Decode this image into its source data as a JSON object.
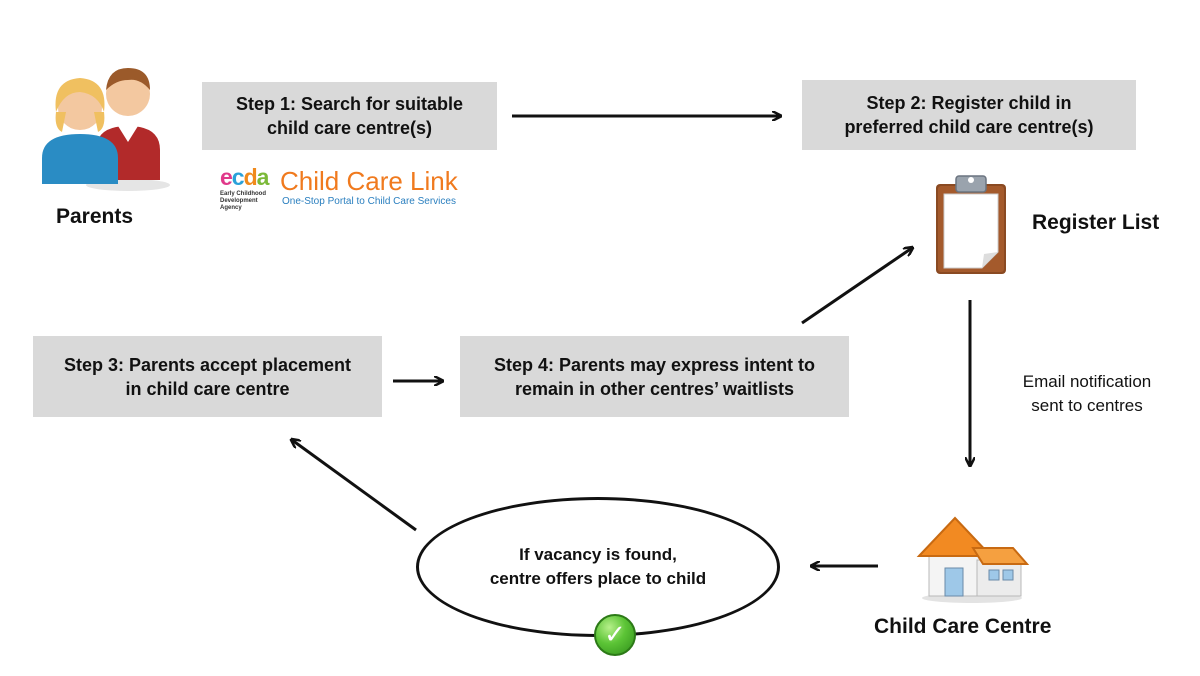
{
  "steps": {
    "step1": "Step 1: Search for suitable\nchild care centre(s)",
    "step2": "Step 2: Register child in\npreferred child care centre(s)",
    "step3": "Step 3: Parents accept placement\nin child care centre",
    "step4": "Step 4: Parents may express intent to\nremain in other centres’ waitlists"
  },
  "actors": {
    "parents": "Parents",
    "register_list": "Register List",
    "child_care_centre": "Child Care Centre"
  },
  "notes": {
    "email": "Email notification\nsent to centres",
    "vacancy": "If vacancy is found,\ncentre offers place to child"
  },
  "logo": {
    "mark": [
      "e",
      "c",
      "d",
      "a"
    ],
    "sub": "Early Childhood\nDevelopment Agency",
    "name": "Child Care Link",
    "tagline": "One-Stop Portal to Child Care Services"
  },
  "icons": {
    "parents": "parents-icon",
    "register_list": "clipboard-icon",
    "centre": "house-icon",
    "check": "checkmark-icon"
  },
  "colors": {
    "box_fill": "#d9d9d9",
    "check_green": "#5cc436",
    "logo_orange": "#f07a1e"
  }
}
